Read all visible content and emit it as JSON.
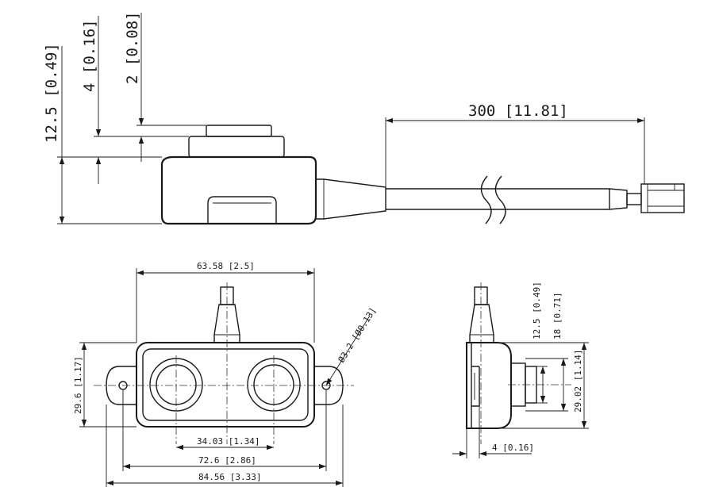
{
  "side_view": {
    "dim_height_total": "12.5 [0.49]",
    "dim_lens_height": "4 [0.16]",
    "dim_lens_top": "2 [0.08]",
    "dim_cable_length": "300 [11.81]"
  },
  "front_view": {
    "dim_body_width": "63.58 [2.5]",
    "dim_body_height": "29.6 [1.17]",
    "dim_lens_spacing": "34.03 [1.34]",
    "dim_hole_spacing": "72.6 [2.86]",
    "dim_overall_width": "84.56 [3.33]",
    "dim_hole_diameter": "Ø3.2 [Ø0.13]"
  },
  "end_view": {
    "dim_depth": "12.5 [0.49]",
    "dim_lens_depth": "18 [0.71]",
    "dim_height": "29.02 [1.14]",
    "dim_wall": "4 [0.16]"
  }
}
